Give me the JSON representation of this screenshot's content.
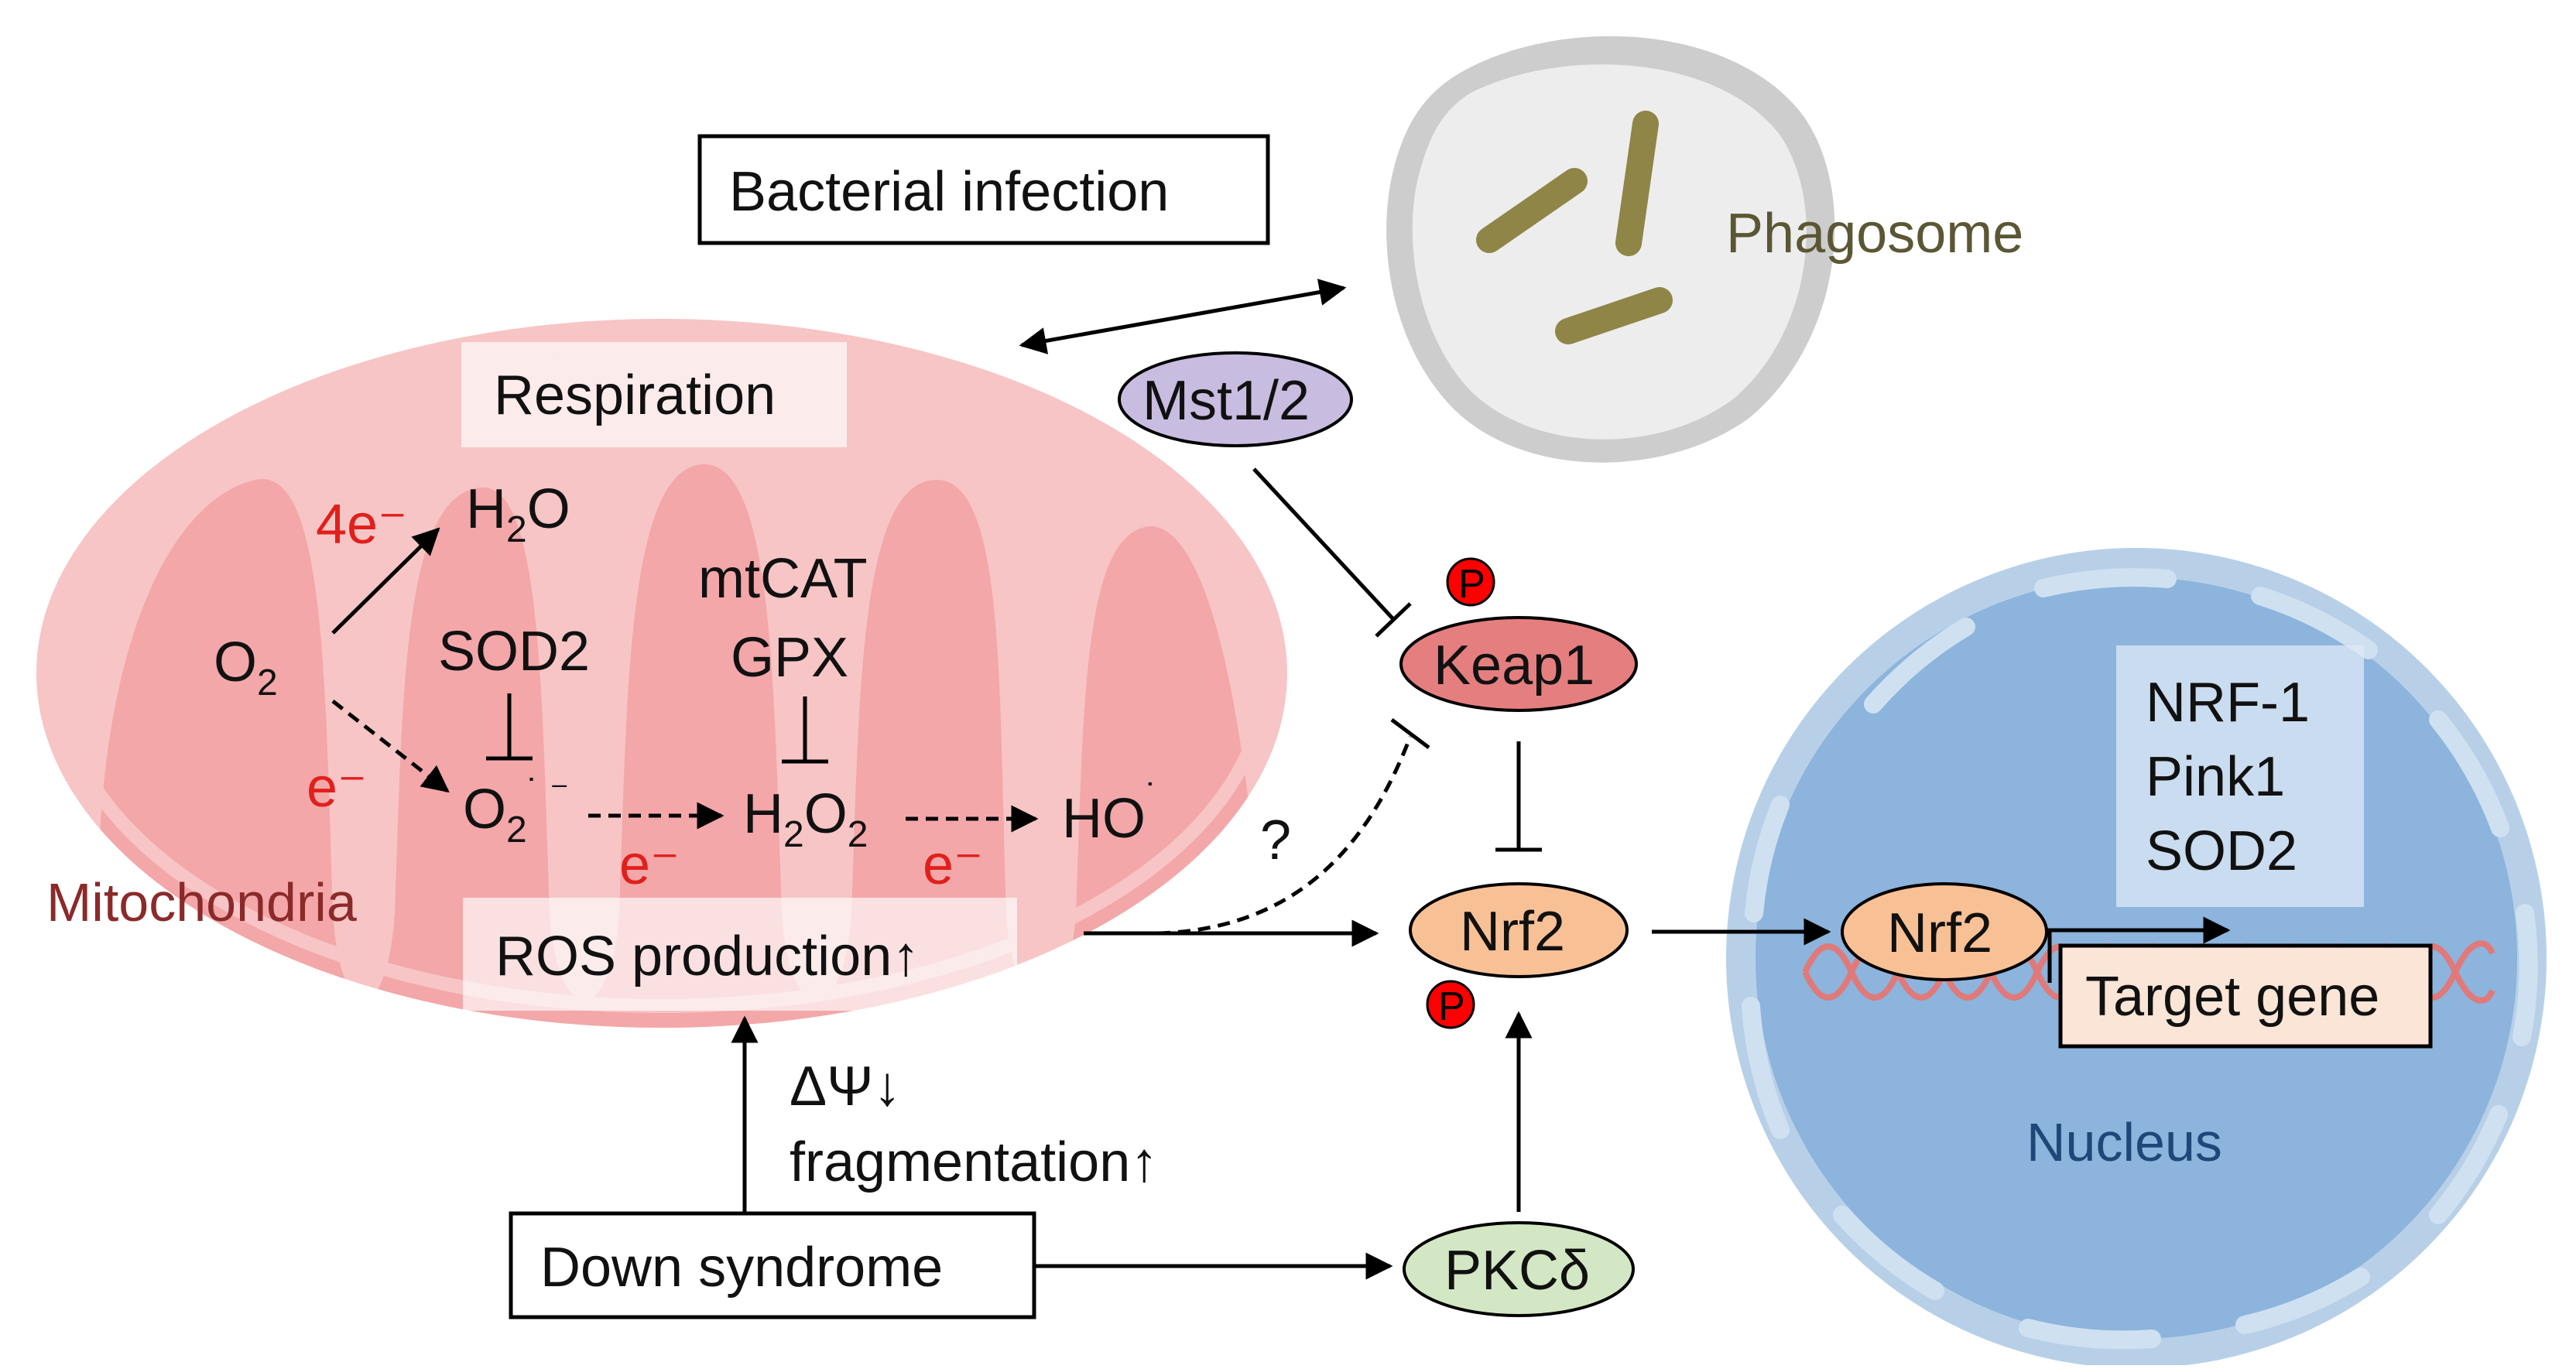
{
  "colors": {
    "mito_outer": "#f7c5c5",
    "mito_inner": "#f3a7a9",
    "mito_label": "#8b2a2a",
    "phagosome_outer": "#cdcdcd",
    "phagosome_inner": "#ededed",
    "bacteria": "#8e8547",
    "phagosome_label": "#5b5634",
    "nucleus_outer": "#b7d0e8",
    "nucleus_inner": "#8cb4dc",
    "nucleus_label": "#1f4777",
    "mst_fill": "#c8bde0",
    "keap1_fill": "#e57f7f",
    "nrf2_fill": "#f8c195",
    "pkc_fill": "#d3e7c4",
    "phospho": "#ff0000",
    "electron": "#e0201c",
    "dna": "#e07a7a",
    "target_fill": "#fbe5d6"
  },
  "labels": {
    "bacterial_infection": "Bacterial  infection",
    "phagosome": "Phagosome",
    "mitochondria": "Mitochondria",
    "respiration": "Respiration",
    "ros_production": "ROS production↑",
    "mst": "Mst1/2",
    "keap1": "Keap1",
    "nrf2": "Nrf2",
    "nrf2_nuclear": "Nrf2",
    "pkc": "PKCδ",
    "phospho": "P",
    "down_syndrome": "Down syndrome",
    "delta_psi": "ΔΨ↓",
    "fragmentation": "fragmentation↑",
    "question": "?",
    "nucleus": "Nucleus",
    "target_gene": "Target gene",
    "gene_list": [
      "NRF-1",
      "Pink1",
      "SOD2"
    ]
  },
  "chemistry": {
    "o2": "O",
    "o2_sub": "2",
    "h2o_a": "H",
    "h2o_sub": "2",
    "h2o_b": "O",
    "electrons_4": "4e⁻",
    "electron": "e⁻",
    "sod2": "SOD2",
    "mtcat": "mtCAT",
    "gpx": "GPX",
    "superoxide": "O",
    "superoxide_sub": "2",
    "superoxide_sup": "˙ ⁻",
    "h2o2_a": "H",
    "h2o2_sub1": "2",
    "h2o2_b": "O",
    "h2o2_sub2": "2",
    "hydroxyl": "HO",
    "hydroxyl_sup": "˙"
  }
}
